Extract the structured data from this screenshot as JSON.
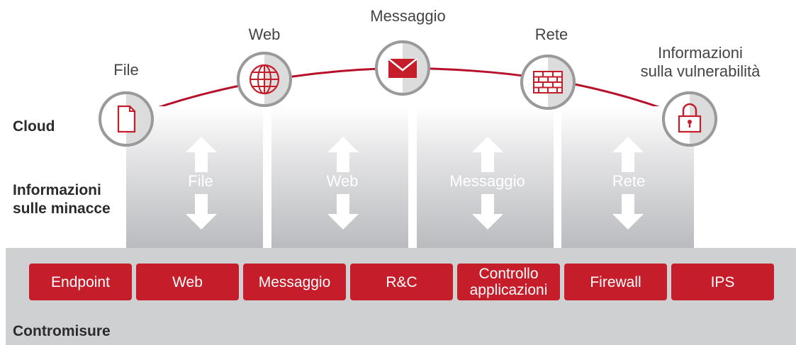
{
  "top_labels": {
    "file": "File",
    "web": "Web",
    "message": "Messaggio",
    "network": "Rete",
    "vuln": "Informazioni\nsulla vulnerabilità"
  },
  "side_labels": {
    "cloud": "Cloud",
    "threat_info": "Informazioni\nsulle minacce",
    "countermeasures": "Contromisure"
  },
  "columns": [
    "File",
    "Web",
    "Messaggio",
    "Rete"
  ],
  "buttons": [
    "Endpoint",
    "Web",
    "Messaggio",
    "R&C",
    "Controllo\napplicazioni",
    "Firewall",
    "IPS"
  ],
  "icons": [
    "file-icon",
    "globe-icon",
    "envelope-icon",
    "firewall-icon",
    "lock-icon"
  ],
  "colors": {
    "accent": "#c51d2a",
    "ring": "#9a9a9a",
    "band": "#cfd0d2"
  }
}
